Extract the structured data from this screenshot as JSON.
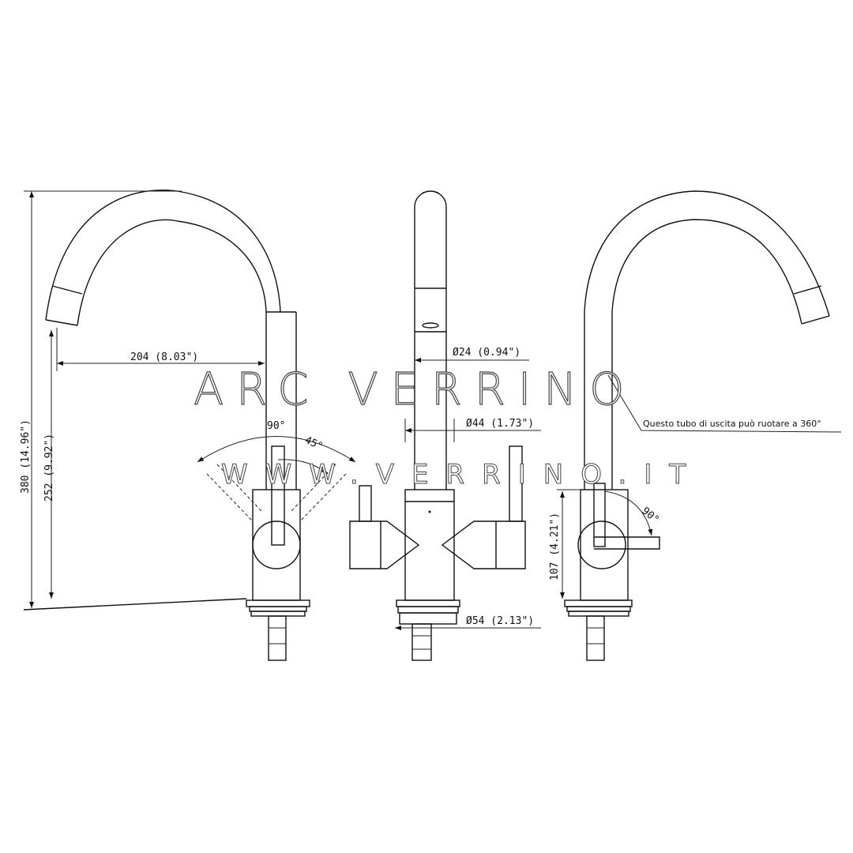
{
  "drawing": {
    "dimensions": {
      "total_height": "380 (14.96\")",
      "spout_height": "252 (9.92\")",
      "spout_reach": "204 (8.03\")",
      "spout_diameter": "Ø24 (0.94\")",
      "body_diameter": "Ø44 (1.73\")",
      "base_diameter": "Ø54 (2.13\")",
      "body_height": "107 (4.21\")",
      "lever_angle_total": "90°",
      "lever_angle_half": "45°",
      "side_lever_angle": "90°"
    },
    "note": "Questo tubo di uscita può ruotare a 360°"
  },
  "watermark": {
    "title": "ARC VERRINO",
    "url": "WWW.VERRINO.IT"
  }
}
